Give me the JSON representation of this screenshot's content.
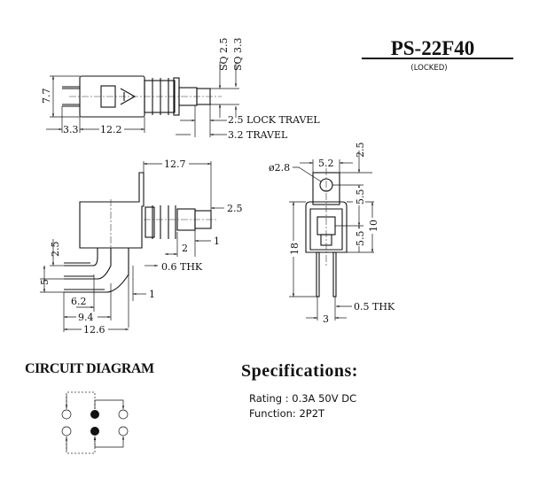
{
  "header": {
    "model": "PS-22F40",
    "subtitle": "(LOCKED)"
  },
  "top_view": {
    "dims": {
      "height": "7.7",
      "pin": "3.3",
      "body": "12.2",
      "sq1": "SQ 2.5",
      "sq2": "SQ 3.3",
      "lock_travel": "2.5 LOCK TRAVEL",
      "travel": "3.2 TRAVEL"
    }
  },
  "side_view": {
    "dims": {
      "length": "12.7",
      "cap": "2.5",
      "one_a": "1",
      "two": "2",
      "thk": "0.6 THK",
      "one_b": "1",
      "v25": "2.5",
      "v5": "5",
      "d62": "6.2",
      "d94": "9.4",
      "d126": "12.6"
    }
  },
  "front_view": {
    "dims": {
      "hole": "ø2.8",
      "width": "5.2",
      "top": "2.5",
      "h55a": "5.5",
      "h10": "10",
      "h55b": "5.5",
      "h18": "18",
      "pitch": "3",
      "thk": "0.5 THK"
    }
  },
  "circuit": {
    "title": "CIRCUIT DIAGRAM"
  },
  "specs": {
    "title": "Specifications:",
    "rating": "Rating : 0.3A 50V DC",
    "function": "Function: 2P2T"
  }
}
